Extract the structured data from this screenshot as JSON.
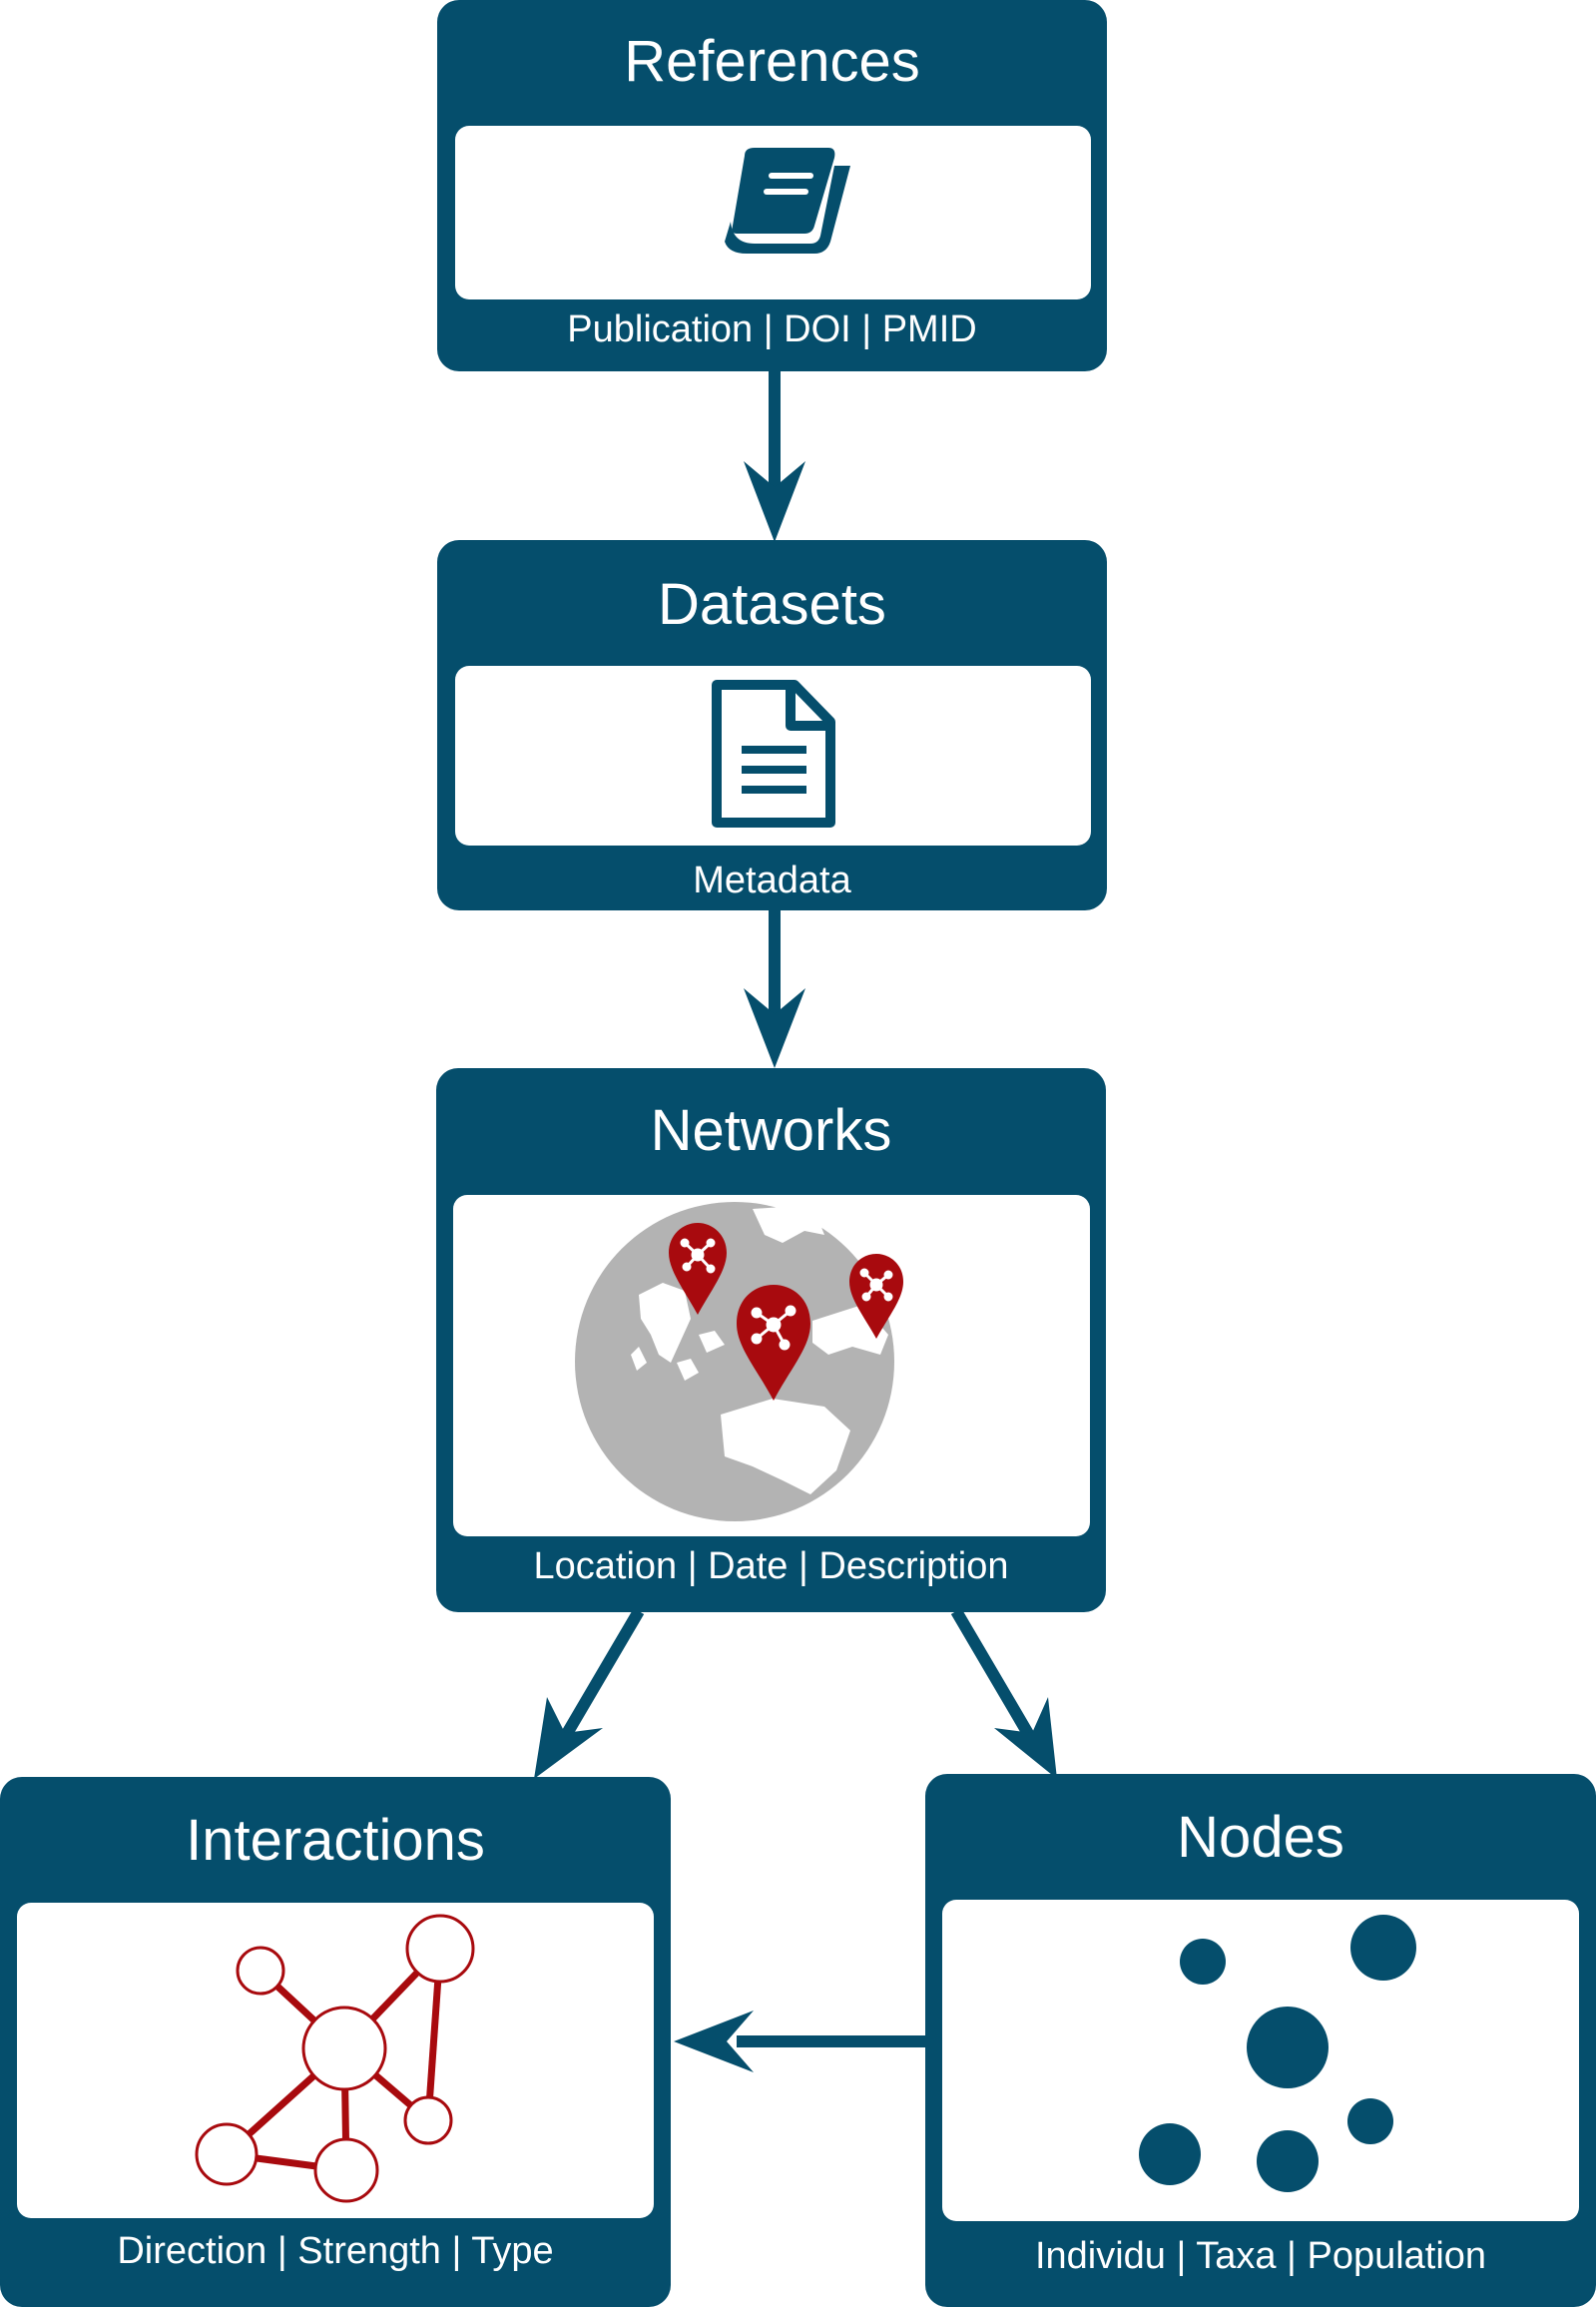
{
  "colors": {
    "primary": "#054E6C",
    "accent": "#A80A0E",
    "globe": "#B3B3B3",
    "background": "#FFFFFF"
  },
  "cards": {
    "references": {
      "title": "References",
      "caption": "Publication | DOI | PMID",
      "icon": "book-icon"
    },
    "datasets": {
      "title": "Datasets",
      "caption": "Metadata",
      "icon": "document-icon"
    },
    "networks": {
      "title": "Networks",
      "caption": "Location | Date | Description",
      "icon": "globe-map-pins-icon"
    },
    "interactions": {
      "title": "Interactions",
      "caption": "Direction | Strength | Type",
      "icon": "network-graph-icon"
    },
    "nodes": {
      "title": "Nodes",
      "caption": "Individu | Taxa | Population",
      "icon": "dots-icon"
    }
  },
  "connections": [
    {
      "from": "References",
      "to": "Datasets"
    },
    {
      "from": "Datasets",
      "to": "Networks"
    },
    {
      "from": "Networks",
      "to": "Interactions"
    },
    {
      "from": "Networks",
      "to": "Nodes"
    },
    {
      "from": "Nodes",
      "to": "Interactions"
    }
  ]
}
